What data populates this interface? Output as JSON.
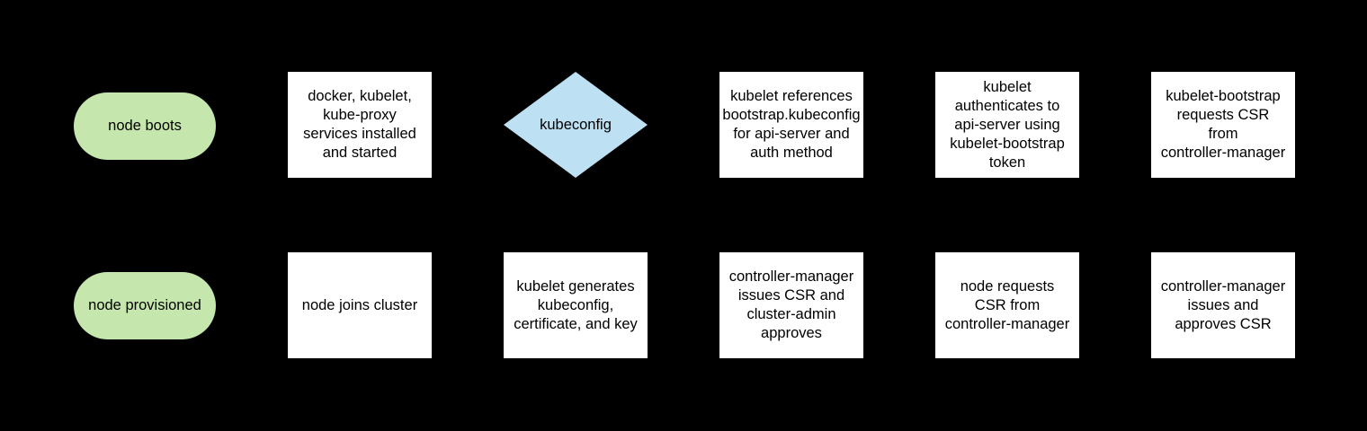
{
  "diagram": {
    "title": "kubernetes node bootstrap flowchart",
    "background": "#000000",
    "colors": {
      "terminator_fill": "#c5e6ac",
      "decision_fill": "#bee0f3",
      "process_fill": "#ffffff",
      "text": "#000000"
    },
    "nodes": {
      "node_boots": {
        "shape": "terminator",
        "lines": [
          "node boots"
        ]
      },
      "services_installed": {
        "shape": "process",
        "lines": [
          "docker, kubelet,",
          "kube-proxy",
          "services installed",
          "and started"
        ]
      },
      "kubeconfig_decision": {
        "shape": "decision",
        "lines": [
          "kubeconfig"
        ]
      },
      "kubelet_references": {
        "shape": "process",
        "lines": [
          "kubelet references",
          "bootstrap.kubeconfig",
          "for api-server and",
          "auth method"
        ]
      },
      "kubelet_authenticates": {
        "shape": "process",
        "lines": [
          "kubelet",
          "authenticates to",
          "api-server using",
          "kubelet-bootstrap",
          "token"
        ]
      },
      "bootstrap_requests_csr": {
        "shape": "process",
        "lines": [
          "kubelet-bootstrap",
          "requests CSR",
          "from",
          "controller-manager"
        ]
      },
      "node_provisioned": {
        "shape": "terminator",
        "lines": [
          "node provisioned"
        ]
      },
      "node_joins_cluster": {
        "shape": "process",
        "lines": [
          "node joins cluster"
        ]
      },
      "kubelet_generates": {
        "shape": "process",
        "lines": [
          "kubelet generates",
          "kubeconfig,",
          "certificate, and key"
        ]
      },
      "cm_issues_csr_admin_approves": {
        "shape": "process",
        "lines": [
          "controller-manager",
          "issues CSR and",
          "cluster-admin",
          "approves"
        ]
      },
      "node_requests_csr": {
        "shape": "process",
        "lines": [
          "node requests",
          "CSR from",
          "controller-manager"
        ]
      },
      "cm_issues_and_approves": {
        "shape": "process",
        "lines": [
          "controller-manager",
          "issues and",
          "approves CSR"
        ]
      }
    }
  }
}
